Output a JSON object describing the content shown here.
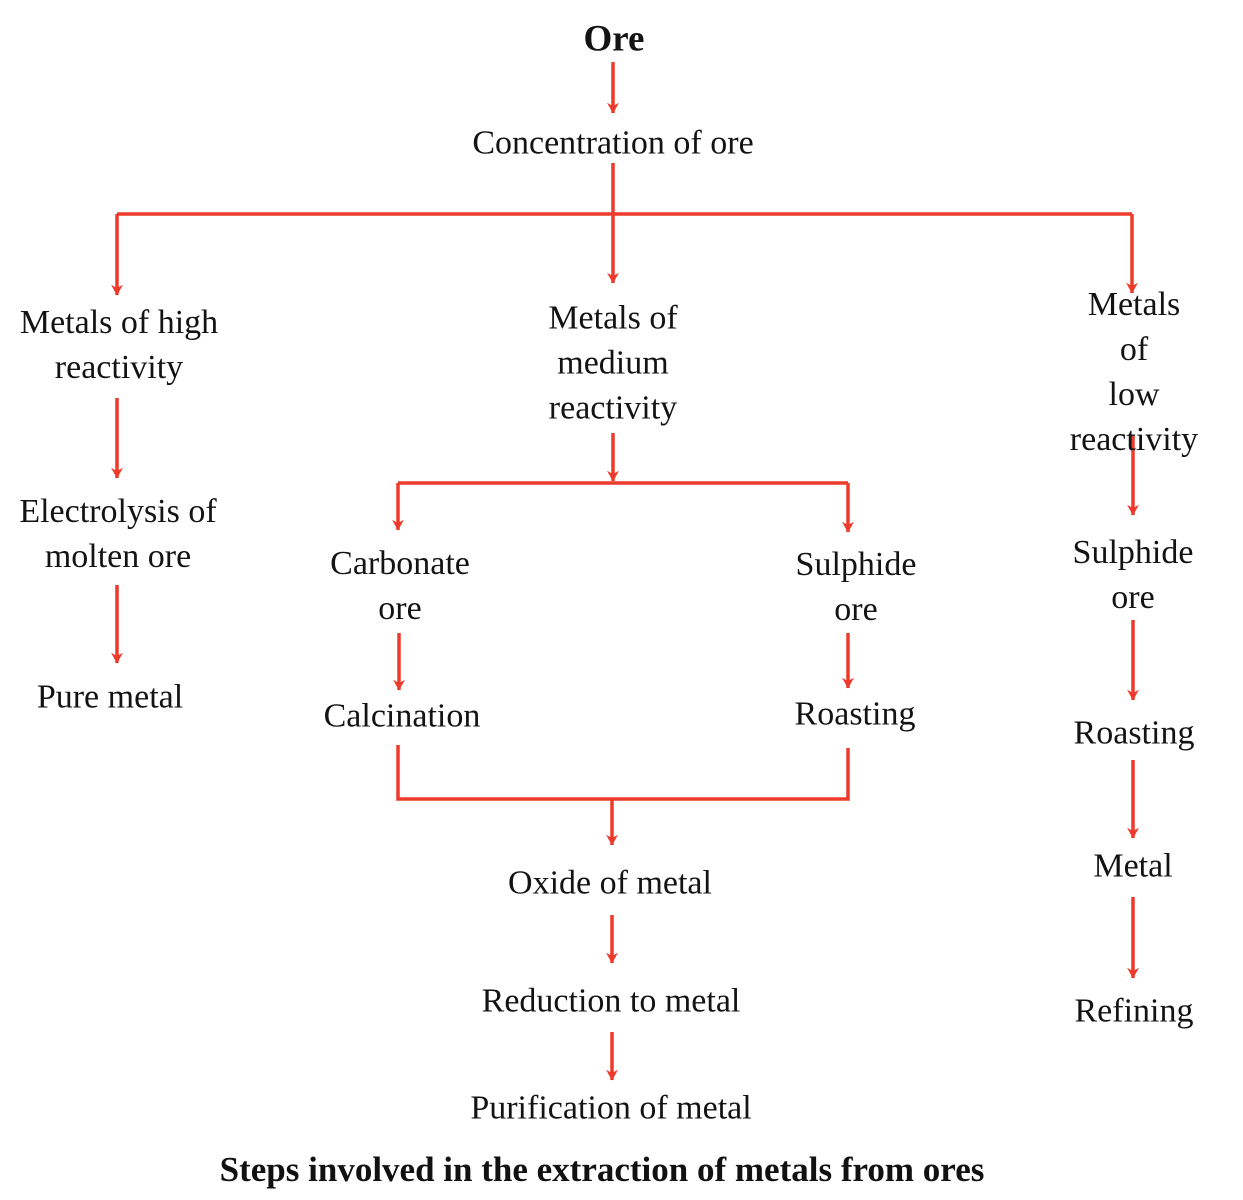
{
  "diagram": {
    "caption": "Steps involved in the extraction of metals from ores",
    "arrow_color": "#ee3a2b",
    "text_color": "#131313",
    "nodes": {
      "ore": "Ore",
      "concentration": "Concentration of ore",
      "high_reactivity": "Metals of high\nreactivity",
      "medium_reactivity": "Metals of\nmedium\nreactivity",
      "low_reactivity": "Metals of\nlow\nreactivity",
      "electrolysis": "Electrolysis of\nmolten ore",
      "pure_metal": "Pure metal",
      "carbonate_ore": "Carbonate\nore",
      "sulphide_ore_medium": "Sulphide\nore",
      "calcination": "Calcination",
      "roasting_medium": "Roasting",
      "oxide_of_metal": "Oxide of metal",
      "reduction_to_metal": "Reduction to metal",
      "purification_of_metal": "Purification of metal",
      "sulphide_ore_low": "Sulphide\nore",
      "roasting_low": "Roasting",
      "metal": "Metal",
      "refining": "Refining"
    },
    "edges": [
      [
        "ore",
        "concentration"
      ],
      [
        "concentration",
        "high_reactivity"
      ],
      [
        "concentration",
        "medium_reactivity"
      ],
      [
        "concentration",
        "low_reactivity"
      ],
      [
        "high_reactivity",
        "electrolysis"
      ],
      [
        "electrolysis",
        "pure_metal"
      ],
      [
        "medium_reactivity",
        "carbonate_ore"
      ],
      [
        "medium_reactivity",
        "sulphide_ore_medium"
      ],
      [
        "carbonate_ore",
        "calcination"
      ],
      [
        "sulphide_ore_medium",
        "roasting_medium"
      ],
      [
        "calcination",
        "oxide_of_metal"
      ],
      [
        "roasting_medium",
        "oxide_of_metal"
      ],
      [
        "oxide_of_metal",
        "reduction_to_metal"
      ],
      [
        "reduction_to_metal",
        "purification_of_metal"
      ],
      [
        "low_reactivity",
        "sulphide_ore_low"
      ],
      [
        "sulphide_ore_low",
        "roasting_low"
      ],
      [
        "roasting_low",
        "metal"
      ],
      [
        "metal",
        "refining"
      ]
    ]
  }
}
